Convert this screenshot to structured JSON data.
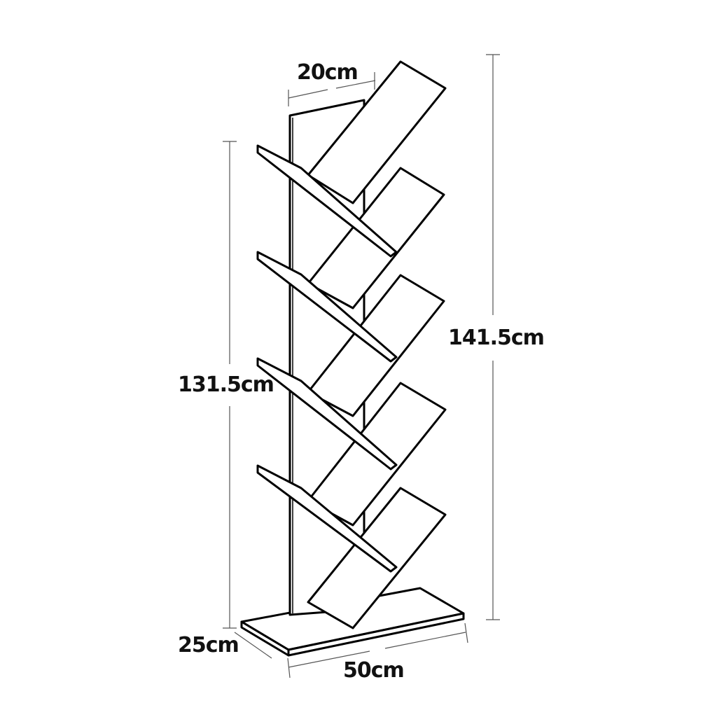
{
  "diagram": {
    "type": "product-dimension-drawing",
    "subject": "tree bookshelf",
    "line_color": "#000000",
    "dimension_line_color": "#555555",
    "background": "#ffffff",
    "dimensions": {
      "top_depth": "20cm",
      "total_height": "141.5cm",
      "frame_height": "131.5cm",
      "base_depth": "25cm",
      "base_width": "50cm"
    },
    "shelf_count": {
      "left_shelves": 4,
      "right_shelves": 5
    }
  }
}
